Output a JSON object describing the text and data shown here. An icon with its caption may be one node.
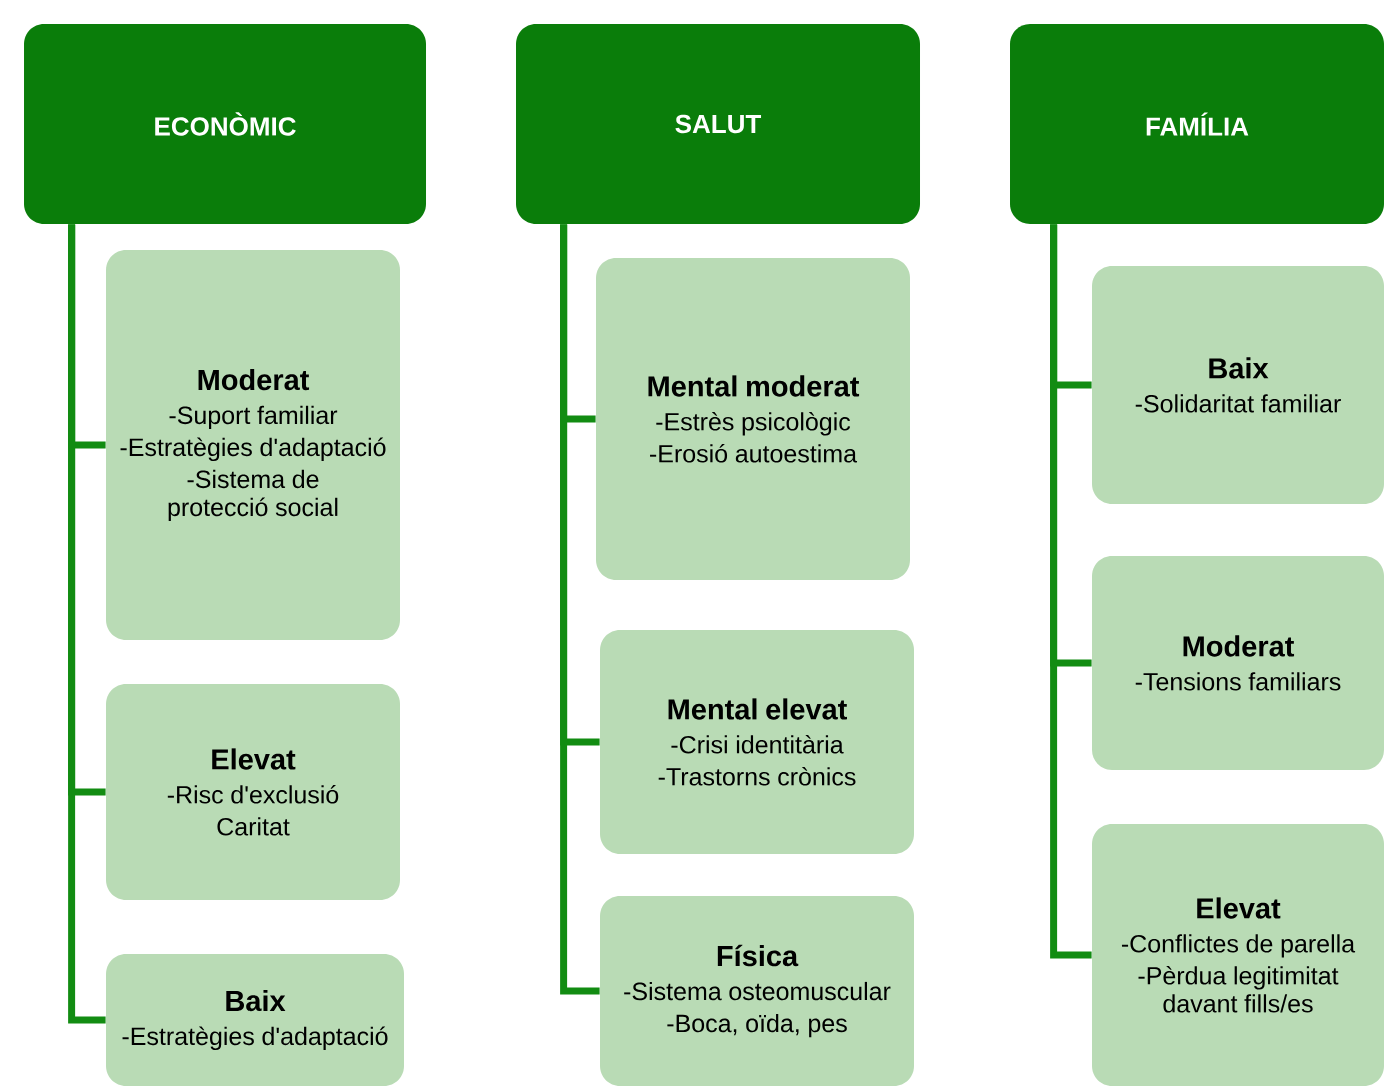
{
  "diagram": {
    "nodes": [
      {
        "text": [
          "ECONÒMIC"
        ]
      },
      {
        "text": [
          "Moderat",
          "-Suport familiar",
          "-Estratègies d'adaptació",
          "-Sistema de protecció social"
        ]
      },
      {
        "text": [
          "Elevat",
          "-Risc d'exclusió",
          "Caritat"
        ]
      },
      {
        "text": [
          "Baix",
          "-Estratègies d'adaptació"
        ]
      },
      {
        "text": [
          "SALUT"
        ]
      },
      {
        "text": [
          "Mental moderat",
          "-Estrès psicològic",
          "-Erosió autoestima"
        ]
      },
      {
        "text": [
          "Mental elevat",
          "-Crisi identitària",
          "-Trastorns crònics"
        ]
      },
      {
        "text": [
          "Física",
          "-Sistema osteomuscular",
          "-Boca, oïda, pes"
        ]
      },
      {
        "text": [
          "FAMÍLIA"
        ]
      },
      {
        "text": [
          "Baix",
          "-Solidaritat familiar"
        ]
      },
      {
        "text": [
          "Moderat",
          "-Tensions familiars"
        ]
      },
      {
        "text": [
          "Elevat",
          "-Conflictes de parella",
          "-Pèrdua legitimitat davant fills/es"
        ]
      }
    ],
    "edges": [
      {
        "from": 0,
        "to": 1,
        "arrow": "none"
      },
      {
        "from": 0,
        "to": 2,
        "arrow": "none"
      },
      {
        "from": 0,
        "to": 3,
        "arrow": "none"
      },
      {
        "from": 4,
        "to": 5,
        "arrow": "none"
      },
      {
        "from": 4,
        "to": 6,
        "arrow": "none"
      },
      {
        "from": 4,
        "to": 7,
        "arrow": "none"
      },
      {
        "from": 8,
        "to": 9,
        "arrow": "none"
      },
      {
        "from": 8,
        "to": 10,
        "arrow": "none"
      },
      {
        "from": 8,
        "to": 11,
        "arrow": "none"
      }
    ]
  }
}
